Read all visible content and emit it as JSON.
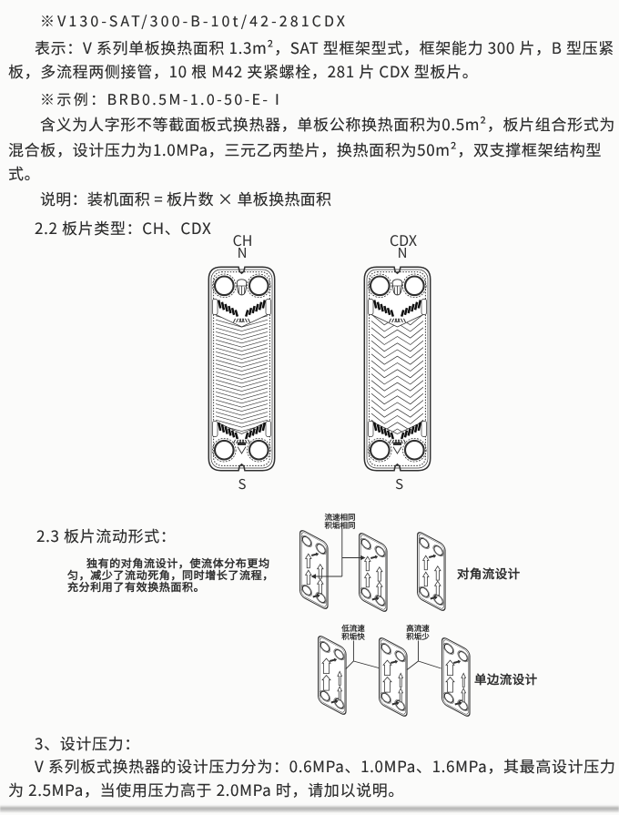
{
  "page": {
    "background": "#fbfbfa",
    "ink": "#2e2e2e",
    "drawing_ink": "#303030"
  },
  "doc": {
    "code_line": "※V130-SAT/300-B-10t/42-281CDX",
    "para_express": [
      "表示：V 系列单板换热面积 1.3m²，SAT 型框架型式，框架能力 300 片，B 型压紧",
      "板，多流程两侧接管，10 根 M42 夹紧螺栓，281 片 CDX 型板片。"
    ],
    "example_line": "※示例：BRB0.5M-1.0-50-E-Ⅰ",
    "para_meaning": [
      "含义为人字形不等截面板式换热器，单板公称换热面积为0.5m²，板片组合形式为",
      "混合板，设计压力为1.0MPa，三元乙丙垫片，换热面积为50m²，双支撑框架结构型",
      "式。"
    ],
    "note_line": "说明：装机面积 = 板片数 × 单板换热面积",
    "sec22_heading": "2.2 板片类型：CH、CDX",
    "plate_left": {
      "title": "CH",
      "top_mark": "N",
      "bottom_mark": "S"
    },
    "plate_right": {
      "title": "CDX",
      "top_mark": "N",
      "bottom_mark": "S"
    },
    "sec23_heading": "2.3 板片流动形式：",
    "para_flow": [
      "独有的对角流设计，使流体分布更均",
      "匀，减少了流动死角，同时增长了流程，",
      "充分利用了有效换热面积。"
    ],
    "flow_diagonal": {
      "callout_line1": "流速相同",
      "callout_line2": "积垢相同",
      "label": "对角流设计"
    },
    "flow_single": {
      "callout_low_line1": "低流速",
      "callout_low_line2": "积垢快",
      "callout_high_line1": "高流速",
      "callout_high_line2": "积垢少",
      "label": "单边流设计"
    },
    "sec3_heading": "3、设计压力：",
    "para_pressure": [
      "V 系列板式换热器的设计压力分为：0.6MPa、1.0MPa、1.6MPa，其最高设计压力",
      "为 2.5MPa，当使用压力高于 2.0MPa 时，请加以说明。"
    ]
  }
}
